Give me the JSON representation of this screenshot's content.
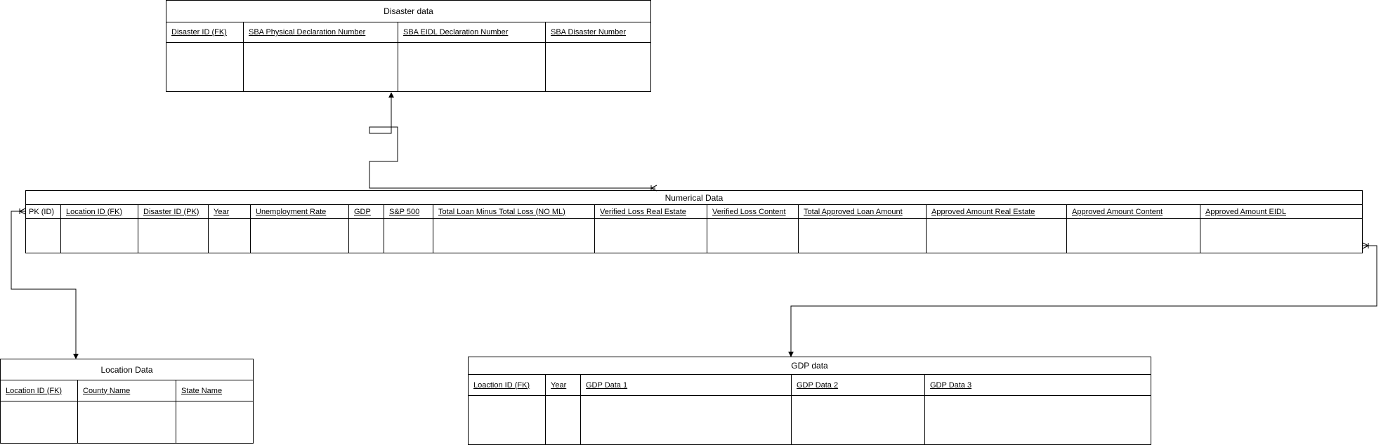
{
  "disaster": {
    "title": "Disaster data",
    "columns": [
      "Disaster ID (FK)",
      "SBA Physical Declaration Number",
      "SBA EIDL Declaration Number",
      "SBA Disaster Number"
    ]
  },
  "numerical": {
    "title": "Numerical Data",
    "columns": [
      "PK (ID)",
      "Location ID (FK)",
      "Disaster ID (PK)",
      "Year",
      "Unemployment Rate ",
      "GDP",
      "S&P 500",
      "Total Loan Minus Total Loss (NO ML)",
      "Verified Loss Real Estate",
      "Verified Loss Content",
      "Total Approved Loan Amount",
      "Approved Amount Real Estate",
      "Approved Amount Content",
      "Approved Amount EIDL"
    ]
  },
  "location": {
    "title": "Location Data",
    "columns": [
      "Location ID (FK)",
      "County Name",
      "State Name"
    ]
  },
  "gdp": {
    "title": "GDP data",
    "columns": [
      "Loaction ID (FK)",
      "Year",
      "GDP Data 1",
      "GDP Data 2",
      "GDP Data 3"
    ]
  },
  "colors": {
    "line": "#000000",
    "background": "#ffffff"
  }
}
